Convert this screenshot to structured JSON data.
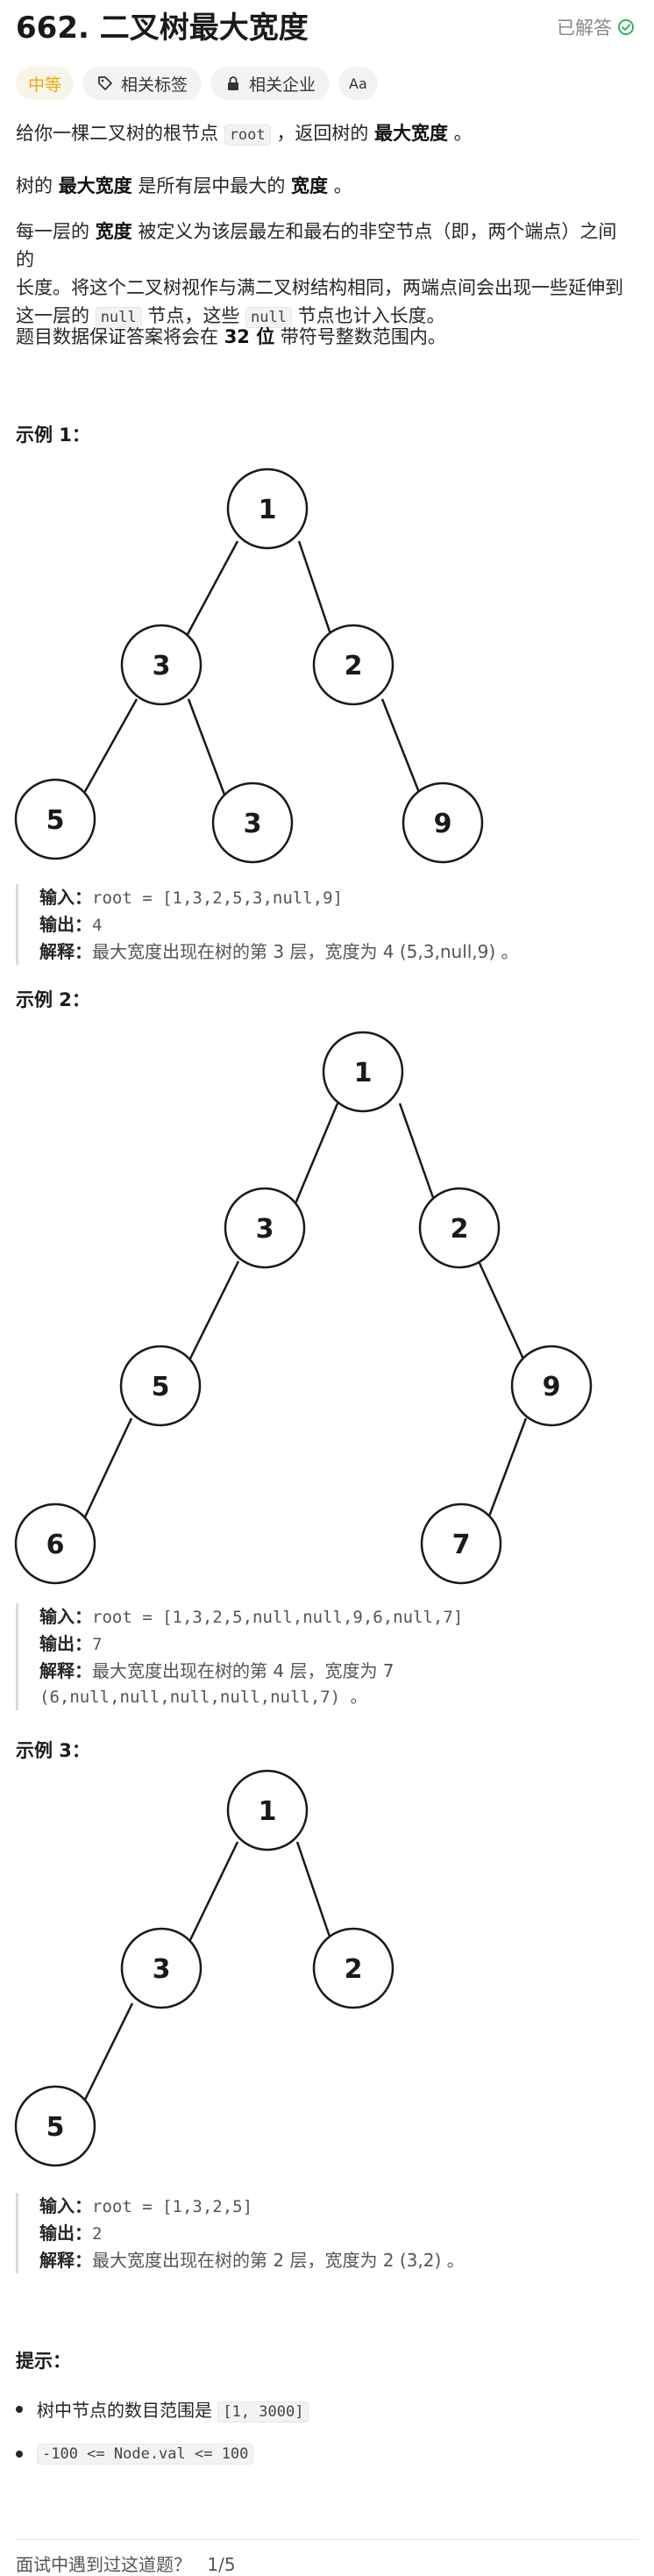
{
  "problem": {
    "title": "662. 二叉树最大宽度",
    "status": "已解答",
    "difficulty": "中等",
    "tags": [
      "相关标签",
      "相关企业",
      "Aa"
    ],
    "colors": {
      "difficulty": "#f0a70a",
      "solved": "#2db55d"
    }
  },
  "description": {
    "p1": {
      "a": "给你一棵二叉树的根节点 ",
      "code": "root",
      "b": " ，返回树的 ",
      "bold": "最大宽度",
      "c": " 。"
    },
    "p2": {
      "a": "树的 ",
      "bold1": "最大宽度",
      "b": " 是所有层中最大的 ",
      "bold2": "宽度",
      "c": " 。"
    },
    "p3": {
      "a": "每一层的 ",
      "bold": "宽度",
      "b": " 被定义为该层最左和最右的非空节点（即，两个端点）之间的",
      "line2": "长度。将这个二叉树视作与满二叉树结构相同，两端点间会出现一些延伸到",
      "line3a": "这一层的 ",
      "code1": "null",
      "line3b": " 节点，这些 ",
      "code2": "null",
      "line3c": " 节点也计入长度。"
    },
    "p4": {
      "a": "题目数据保证答案将会在 ",
      "bold": "32 位",
      "b": " 带符号整数范围内。"
    }
  },
  "examples": [
    {
      "heading": "示例 1：",
      "input_label": "输入：",
      "input": "root = [1,3,2,5,3,null,9]",
      "output_label": "输出：",
      "output": "4",
      "explain_label": "解释：",
      "explain": "最大宽度出现在树的第 3 层，宽度为 4 (5,3,null,9) 。",
      "tree": [
        {
          "label": "1",
          "children": [
            {
              "label": "3",
              "children": [
                {
                  "label": "5"
                },
                {
                  "label": "3"
                }
              ]
            },
            {
              "label": "2",
              "children": [
                {
                  "label": "9"
                }
              ]
            }
          ]
        }
      ]
    },
    {
      "heading": "示例 2：",
      "input_label": "输入：",
      "input": "root = [1,3,2,5,null,null,9,6,null,7]",
      "output_label": "输出：",
      "output": "7",
      "explain_label": "解释：",
      "explain": "最大宽度出现在树的第 4 层，宽度为 7",
      "explain_cont": "(6,null,null,null,null,null,7) 。",
      "tree": [
        {
          "label": "1",
          "children": [
            {
              "label": "3",
              "children": [
                {
                  "label": "5",
                  "children": [
                    {
                      "label": "6"
                    }
                  ]
                }
              ]
            },
            {
              "label": "2",
              "children": [
                {
                  "label": "9",
                  "children": [
                    {
                      "label": "7"
                    }
                  ]
                }
              ]
            }
          ]
        }
      ]
    },
    {
      "heading": "示例 3：",
      "input_label": "输入：",
      "input": "root = [1,3,2,5]",
      "output_label": "输出：",
      "output": "2",
      "explain_label": "解释：",
      "explain": "最大宽度出现在树的第 2 层，宽度为 2 (3,2) 。",
      "tree": [
        {
          "label": "1",
          "children": [
            {
              "label": "3",
              "children": [
                {
                  "label": "5"
                }
              ]
            },
            {
              "label": "2"
            }
          ]
        }
      ]
    }
  ],
  "hints": {
    "heading": "提示：",
    "items": [
      "树中节点的数目范围是 ",
      "-100 <= Node.val <= 100"
    ],
    "code1": "[1, 3000]"
  },
  "footer": {
    "text": "面试中遇到过这道题？",
    "pager": "1/5"
  }
}
